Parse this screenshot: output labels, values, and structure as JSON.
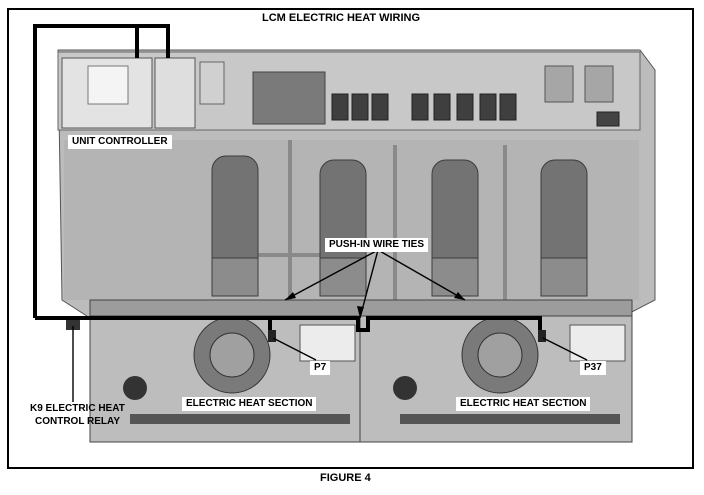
{
  "figure": {
    "title": "LCM ELECTRIC HEAT WIRING",
    "caption": "FIGURE 4"
  },
  "labels": {
    "unit_controller": "UNIT CONTROLLER",
    "push_in_wire_ties": "PUSH-IN WIRE TIES",
    "p7": "P7",
    "p37": "P37",
    "electric_heat_section_left": "ELECTRIC HEAT SECTION",
    "electric_heat_section_right": "ELECTRIC HEAT SECTION",
    "k9_line1": "K9 ELECTRIC HEAT",
    "k9_line2": "CONTROL RELAY"
  },
  "colors": {
    "frame": "#000000",
    "cabinet": "#b9b9b9",
    "cabinet_dark": "#8f8f8f",
    "compressor": "#767676",
    "wire": "#000000"
  }
}
